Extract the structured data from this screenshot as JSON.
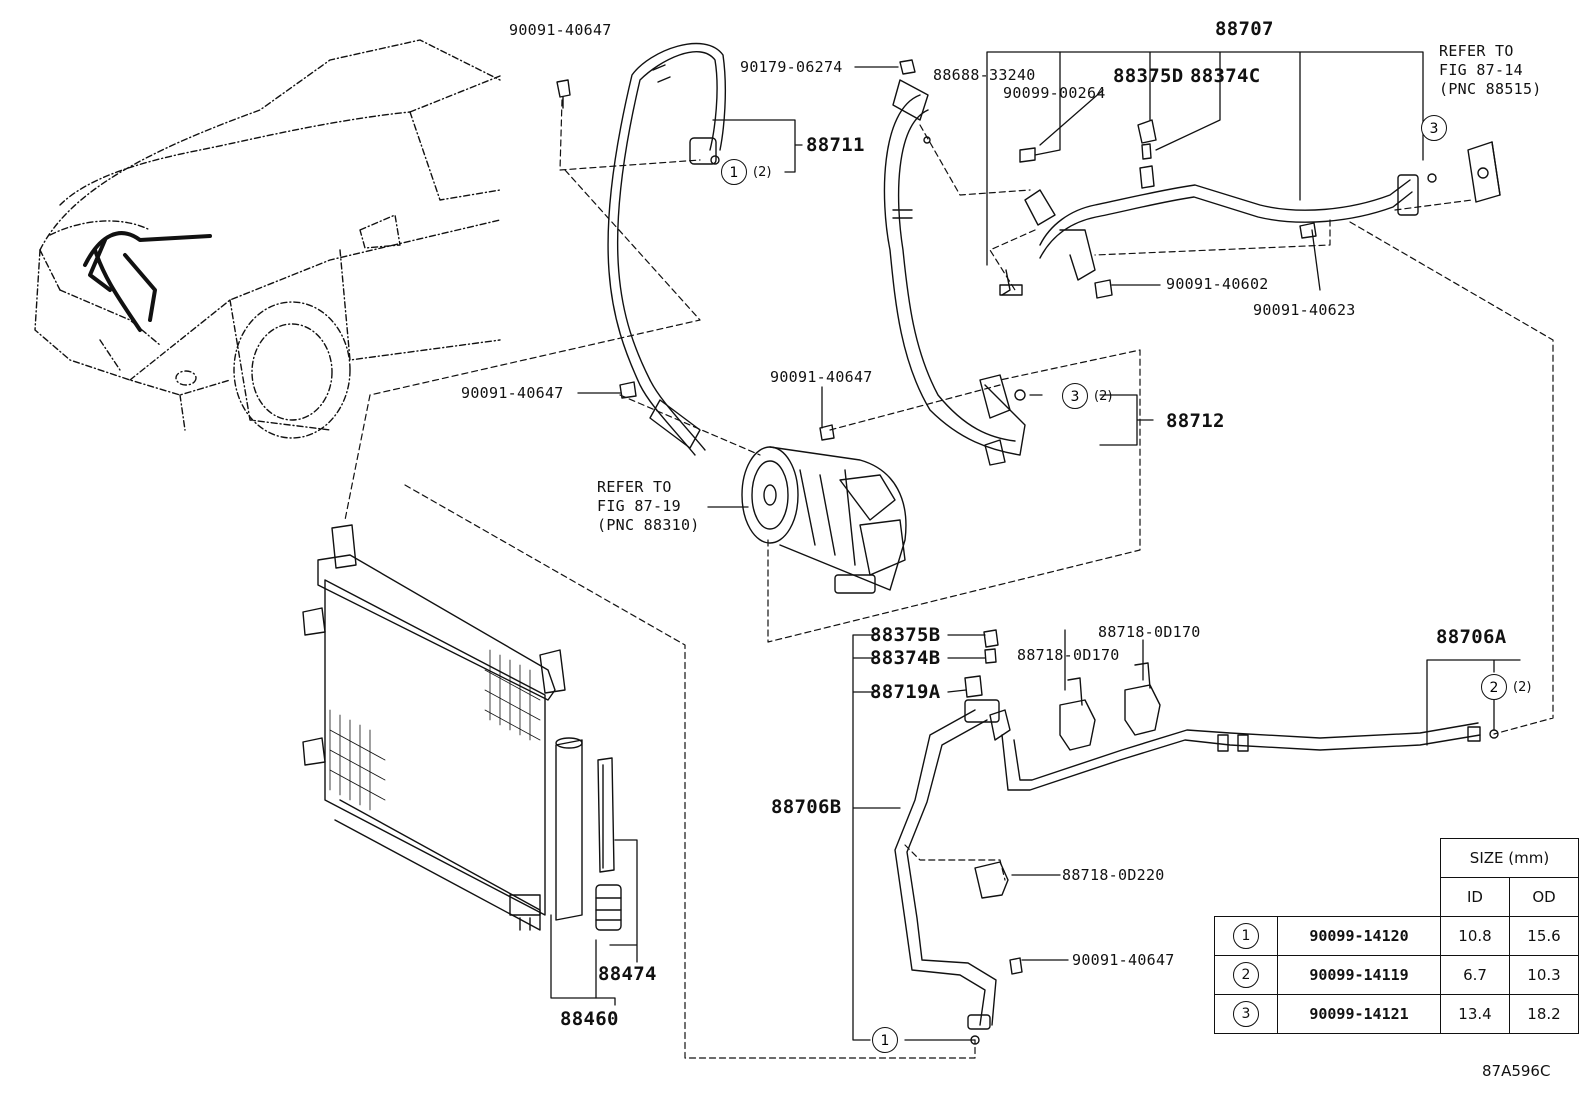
{
  "figure_code": "87A596C",
  "refs": {
    "fig_87_14": [
      "REFER TO",
      "FIG 87-14",
      "(PNC 88515)"
    ],
    "fig_87_19": [
      "REFER TO",
      "FIG 87-19",
      "(PNC 88310)"
    ]
  },
  "parts": {
    "p88707": "88707",
    "p88711": "88711",
    "p88712": "88712",
    "p88375D": "88375D",
    "p88374C": "88374C",
    "p88688": "88688-33240",
    "p90099_00264": "90099-00264",
    "p90179": "90179-06274",
    "p90091_40602": "90091-40602",
    "p90091_40623": "90091-40623",
    "p90091_40647_top": "90091-40647",
    "p90091_40647_mid": "90091-40647",
    "p90091_40647_comp": "90091-40647",
    "p90091_40647_bot": "90091-40647",
    "p88375B": "88375B",
    "p88374B": "88374B",
    "p88719A": "88719A",
    "p88718_a": "88718-0D170",
    "p88718_b": "88718-0D170",
    "p88718_c": "88718-0D220",
    "p88706A": "88706A",
    "p88706B": "88706B",
    "p88474": "88474",
    "p88460": "88460"
  },
  "callouts": {
    "c1_top": {
      "num": "1",
      "qty": "(2)"
    },
    "c2_right": {
      "num": "2",
      "qty": "(2)"
    },
    "c3_mid": {
      "num": "3",
      "qty": "(2)"
    },
    "c3_top": {
      "num": "3"
    },
    "c1_bottom": {
      "num": "1"
    }
  },
  "size_table": {
    "title": "SIZE (mm)",
    "col_id": "ID",
    "col_od": "OD",
    "rows": [
      {
        "num": "1",
        "part": "90099-14120",
        "id": "10.8",
        "od": "15.6"
      },
      {
        "num": "2",
        "part": "90099-14119",
        "id": "6.7",
        "od": "10.3"
      },
      {
        "num": "3",
        "part": "90099-14121",
        "id": "13.4",
        "od": "18.2"
      }
    ]
  }
}
